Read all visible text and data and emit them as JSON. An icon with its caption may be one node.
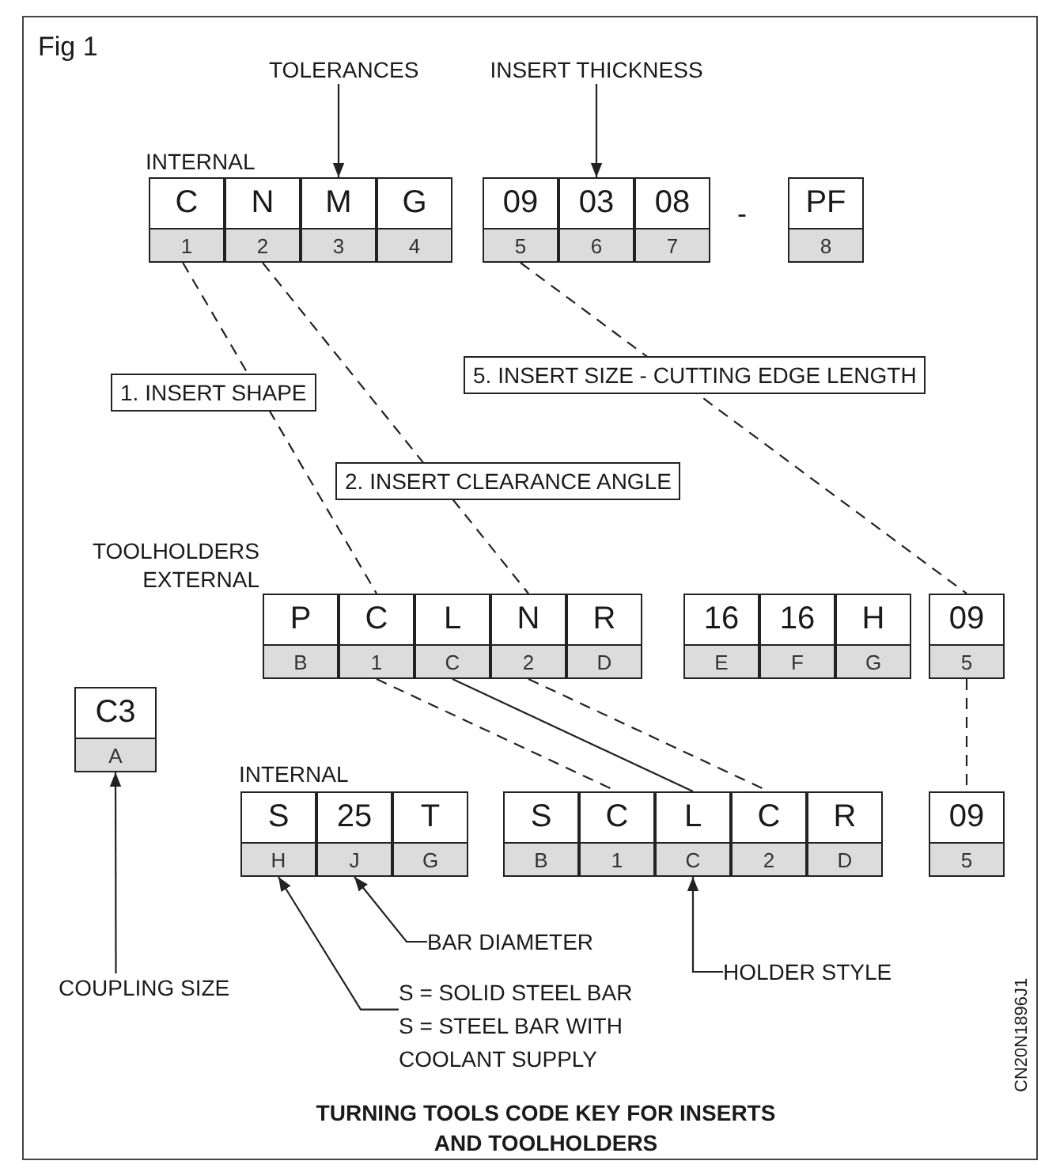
{
  "diagram": {
    "caption": "TURNING TOOLS CODE KEY FOR INSERTS AND TOOLHOLDERS",
    "nodes": [
      {
        "text": [
          "TOLERANCES"
        ]
      },
      {
        "text": [
          "INSERT THICKNESS"
        ]
      },
      {
        "text": [
          "C",
          "1"
        ]
      },
      {
        "text": [
          "N",
          "2"
        ]
      },
      {
        "text": [
          "M",
          "3"
        ]
      },
      {
        "text": [
          "G",
          "4"
        ]
      },
      {
        "text": [
          "09",
          "5"
        ]
      },
      {
        "text": [
          "03",
          "6"
        ]
      },
      {
        "text": [
          "08",
          "7"
        ]
      },
      {
        "text": [
          "PF",
          "8"
        ]
      },
      {
        "text": [
          "P",
          "B"
        ]
      },
      {
        "text": [
          "C",
          "1"
        ]
      },
      {
        "text": [
          "L",
          "C"
        ]
      },
      {
        "text": [
          "N",
          "2"
        ]
      },
      {
        "text": [
          "R",
          "D"
        ]
      },
      {
        "text": [
          "16",
          "E"
        ]
      },
      {
        "text": [
          "16",
          "F"
        ]
      },
      {
        "text": [
          "H",
          "G"
        ]
      },
      {
        "text": [
          "09",
          "5"
        ]
      },
      {
        "text": [
          "C3",
          "A"
        ]
      },
      {
        "text": [
          "S",
          "H"
        ]
      },
      {
        "text": [
          "25",
          "J"
        ]
      },
      {
        "text": [
          "T",
          "G"
        ]
      },
      {
        "text": [
          "S",
          "B"
        ]
      },
      {
        "text": [
          "C",
          "1"
        ]
      },
      {
        "text": [
          "L",
          "C"
        ]
      },
      {
        "text": [
          "C",
          "2"
        ]
      },
      {
        "text": [
          "R",
          "D"
        ]
      },
      {
        "text": [
          "09",
          "5"
        ]
      },
      {
        "text": [
          "BAR DIAMETER"
        ]
      },
      {
        "text": [
          "HOLDER STYLE"
        ]
      },
      {
        "text": [
          "COUPLING SIZE"
        ]
      },
      {
        "text": [
          "S = SOLID STEEL BAR",
          "S = STEEL BAR WITH COOLANT SUPPLY"
        ]
      }
    ],
    "edges": [
      {
        "from": 0,
        "to": 4,
        "arrow": "to"
      },
      {
        "from": 1,
        "to": 7,
        "arrow": "to"
      },
      {
        "from": 2,
        "to": 11,
        "arrow": "none",
        "style": "dashed",
        "label": "1. INSERT SHAPE"
      },
      {
        "from": 3,
        "to": 13,
        "arrow": "none",
        "style": "dashed",
        "label": "2. INSERT CLEARANCE ANGLE"
      },
      {
        "from": 6,
        "to": 18,
        "arrow": "none",
        "style": "dashed",
        "label": "5. INSERT SIZE - CUTTING EDGE LENGTH"
      },
      {
        "from": 11,
        "to": 24,
        "arrow": "none",
        "style": "dashed"
      },
      {
        "from": 12,
        "to": 25,
        "arrow": "none"
      },
      {
        "from": 13,
        "to": 26,
        "arrow": "none",
        "style": "dashed"
      },
      {
        "from": 18,
        "to": 28,
        "arrow": "none",
        "style": "dashed"
      },
      {
        "from": 31,
        "to": 19,
        "arrow": "to"
      },
      {
        "from": 29,
        "to": 21,
        "arrow": "to"
      },
      {
        "from": 32,
        "to": 20,
        "arrow": "to"
      },
      {
        "from": 30,
        "to": 25,
        "arrow": "to"
      }
    ],
    "labels": [
      "Fig 1",
      "INTERNAL",
      "-",
      "TOOLHOLDERS EXTERNAL",
      "INTERNAL",
      "CN20N1896J1"
    ]
  }
}
